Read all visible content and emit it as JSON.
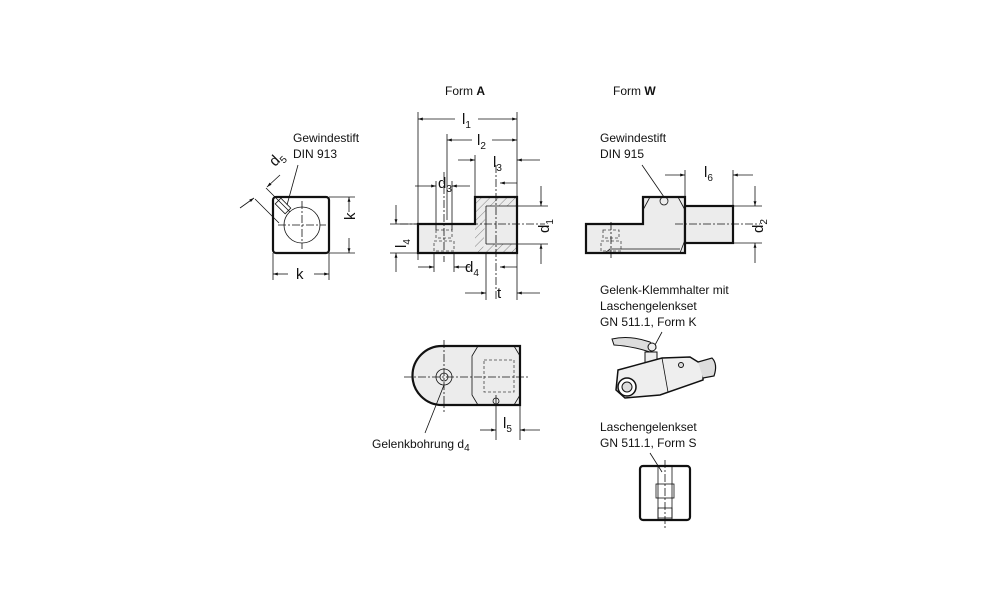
{
  "form_a_title": {
    "prefix": "Form",
    "letter": "A"
  },
  "form_w_title": {
    "prefix": "Form",
    "letter": "W"
  },
  "left_view": {
    "note_line1": "Gewindestift",
    "note_line2": "DIN 913",
    "d5": {
      "base": "d",
      "sub": "5"
    },
    "k_vertical": "k",
    "k_horizontal": "k"
  },
  "form_a": {
    "l1": {
      "base": "l",
      "sub": "1"
    },
    "l2": {
      "base": "l",
      "sub": "2"
    },
    "l3": {
      "base": "l",
      "sub": "3"
    },
    "l4": {
      "base": "l",
      "sub": "4"
    },
    "d1": {
      "base": "d",
      "sub": "1"
    },
    "d3": {
      "base": "d",
      "sub": "3"
    },
    "d4": {
      "base": "d",
      "sub": "4"
    },
    "t": "t"
  },
  "top_view": {
    "l5": {
      "base": "l",
      "sub": "5"
    },
    "note": {
      "base": "Gelenkbohrung d",
      "sub": "4"
    }
  },
  "form_w": {
    "note_line1": "Gewindestift",
    "note_line2": "DIN 915",
    "l6": {
      "base": "l",
      "sub": "6"
    },
    "d2": {
      "base": "d",
      "sub": "2"
    }
  },
  "clamp_note": [
    "Gelenk-Klemmhalter mit",
    "Laschengelenkset",
    "GN 511.1, Form K"
  ],
  "set_note": [
    "Laschengelenkset",
    "GN 511.1, Form S"
  ]
}
